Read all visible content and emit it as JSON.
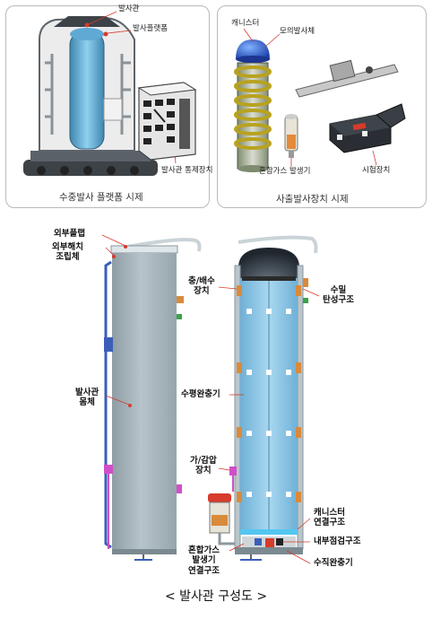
{
  "top_left": {
    "caption": "수중발사 플랫폼 시제",
    "labels": {
      "launch_tube": "발사관",
      "launch_platform": "발사플랫폼",
      "control_unit": "발사관 통제장치"
    }
  },
  "top_right": {
    "caption": "사출발사장치 시제",
    "labels": {
      "canister": "캐니스터",
      "mock_launcher": "모의발사체",
      "gas_generator": "혼합가스 발생기",
      "test_device": "시험장치"
    }
  },
  "diagram": {
    "left_labels": {
      "outer_flap": "외부플랩",
      "outer_hatch": [
        "외부해치",
        "조립체"
      ],
      "tube_body": [
        "발사관",
        "몸체"
      ]
    },
    "middle_labels": {
      "drain": [
        "충/배수",
        "장치"
      ],
      "horizontal_buffer": "수평완충기",
      "pressure_device": [
        "가/감압",
        "장치"
      ],
      "gas_gen_connector": [
        "혼합가스",
        "발생기",
        "연결구조"
      ]
    },
    "right_labels": {
      "water_seal": [
        "수밀",
        "탄성구조"
      ],
      "canister_connector": [
        "캐니스터",
        "연결구조"
      ],
      "inner_inspection": "내부점검구조",
      "vertical_buffer": "수직완충기"
    }
  },
  "figure_title": "< 발사관 구성도 >",
  "colors": {
    "tube_body": "#a9b8bf",
    "tube_inner": "#8ec3e2",
    "accent_orange": "#d98a3b",
    "marker_red": "#d63b2b",
    "blue_pipe": "#3a5fb8",
    "magenta": "#d04fc8"
  }
}
